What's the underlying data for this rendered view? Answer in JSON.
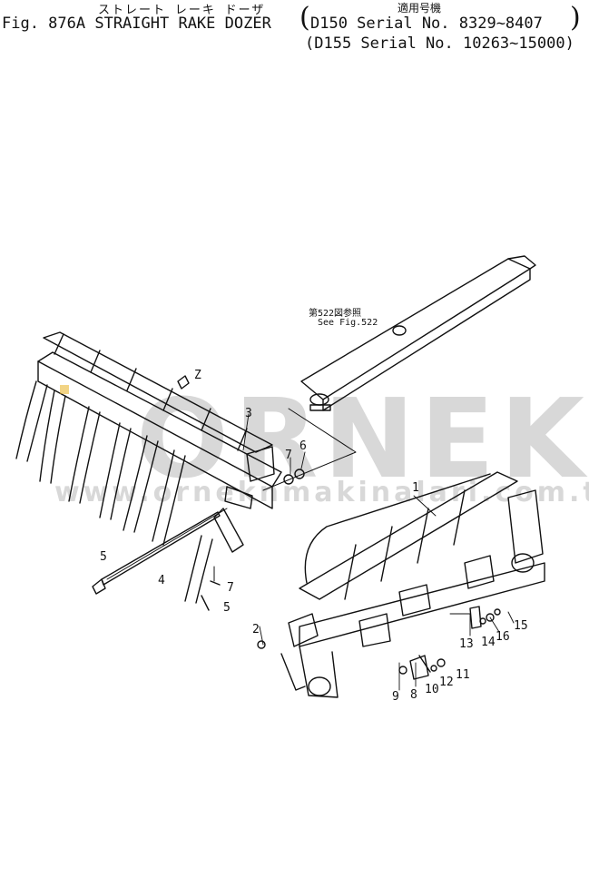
{
  "header": {
    "fig_title": "Fig. 876A  STRAIGHT RAKE DOZER",
    "kana_title": "ストレート レーキ ドーザ",
    "paren_left": "(",
    "paren_right": ")",
    "serial_heading": "適用号機",
    "serial_line1": "D150  Serial  No.  8329~8407",
    "serial_line2": "(D155  Serial  No.  10263~15000)"
  },
  "references": {
    "jp_note": "第522図参照",
    "en_note": "See Fig.522",
    "marker": "Z"
  },
  "watermark": {
    "brand": "ORNEK",
    "url": "www.orneknmakinalari.com.tr"
  },
  "callouts": [
    {
      "id": "1",
      "text": "1"
    },
    {
      "id": "2",
      "text": "2"
    },
    {
      "id": "3",
      "text": "3"
    },
    {
      "id": "4",
      "text": "4"
    },
    {
      "id": "5a",
      "text": "5"
    },
    {
      "id": "5b",
      "text": "5"
    },
    {
      "id": "6",
      "text": "6"
    },
    {
      "id": "7a",
      "text": "7"
    },
    {
      "id": "7b",
      "text": "7"
    },
    {
      "id": "8",
      "text": "8"
    },
    {
      "id": "9",
      "text": "9"
    },
    {
      "id": "10",
      "text": "10"
    },
    {
      "id": "11",
      "text": "11"
    },
    {
      "id": "12",
      "text": "12"
    },
    {
      "id": "13",
      "text": "13"
    },
    {
      "id": "14",
      "text": "14"
    },
    {
      "id": "15",
      "text": "15"
    },
    {
      "id": "16",
      "text": "16"
    }
  ],
  "colors": {
    "ink": "#111111",
    "watermark": "#d8d8d8",
    "accent": "#e8b020"
  }
}
